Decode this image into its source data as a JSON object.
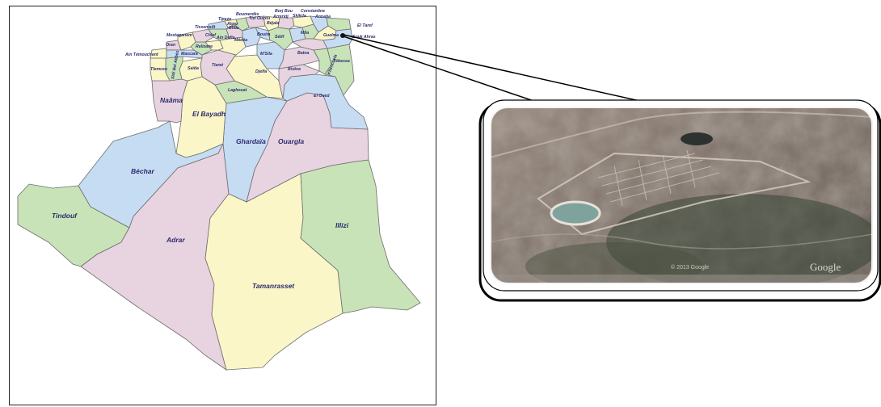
{
  "colors": {
    "pink": "#e8d3e0",
    "blue": "#c6dcf3",
    "yellow": "#fbf6c8",
    "green": "#c9e3b8",
    "border": "#6d6d6d",
    "label": "#2b2b6e"
  },
  "wilayas_large": [
    {
      "id": "naama",
      "label": "Naâma"
    },
    {
      "id": "el-bayadh",
      "label": "El Bayadh"
    },
    {
      "id": "ghardaia",
      "label": "Ghardaïa"
    },
    {
      "id": "ouargla",
      "label": "Ouargla"
    },
    {
      "id": "bechar",
      "label": "Béchar"
    },
    {
      "id": "tindouf",
      "label": "Tindouf"
    },
    {
      "id": "adrar",
      "label": "Adrar"
    },
    {
      "id": "illizi",
      "label": "Illizi"
    },
    {
      "id": "tamanrasset",
      "label": "Tamanrasset"
    },
    {
      "id": "laghouat",
      "label": "Laghouat"
    },
    {
      "id": "djelfa",
      "label": "Djelfa"
    },
    {
      "id": "el-oued",
      "label": "El Oued"
    },
    {
      "id": "biskra",
      "label": "Biskra"
    },
    {
      "id": "msila",
      "label": "M'Sila"
    },
    {
      "id": "tiaret",
      "label": "Tiaret"
    },
    {
      "id": "saida",
      "label": "Saïda"
    }
  ],
  "wilayas_north": [
    {
      "id": "boumerdes",
      "label": "Boumerdès"
    },
    {
      "id": "borj-bou",
      "label": "Borj Bou"
    },
    {
      "id": "constantine",
      "label": "Constantine"
    },
    {
      "id": "tipaza",
      "label": "Tipaza"
    },
    {
      "id": "arreridj",
      "label": "Arréridj"
    },
    {
      "id": "tizi-ouzou",
      "label": "Tizi Ouzou"
    },
    {
      "id": "skikda",
      "label": "Skikda"
    },
    {
      "id": "annaba",
      "label": "Annaba"
    },
    {
      "id": "alger",
      "label": "Alger"
    },
    {
      "id": "tissemsilt",
      "label": "Tissemsilt"
    },
    {
      "id": "blida",
      "label": "Blida"
    },
    {
      "id": "bejaia",
      "label": "Béjaïa"
    },
    {
      "id": "el-taref",
      "label": "El Taref"
    },
    {
      "id": "mostaganem",
      "label": "Mostaganem"
    },
    {
      "id": "chlef",
      "label": "Chlef"
    },
    {
      "id": "ain-defla",
      "label": "Ain Defla"
    },
    {
      "id": "medea",
      "label": "Médéa"
    },
    {
      "id": "bouira",
      "label": "Bouira"
    },
    {
      "id": "setif",
      "label": "Sétif"
    },
    {
      "id": "mila",
      "label": "Mila"
    },
    {
      "id": "souk-ahras",
      "label": "Souk Ahras"
    },
    {
      "id": "oran",
      "label": "Oran"
    },
    {
      "id": "relizane",
      "label": "Relizane"
    },
    {
      "id": "guelma",
      "label": "Guelma"
    },
    {
      "id": "ain-temouchent",
      "label": "Ain Témouchent"
    },
    {
      "id": "mascara",
      "label": "Mascara"
    },
    {
      "id": "batna",
      "label": "Batna"
    },
    {
      "id": "khenchela",
      "label": "Khenchela"
    },
    {
      "id": "tebessa",
      "label": "Tébessa"
    },
    {
      "id": "tlemcen",
      "label": "Tlemcen"
    },
    {
      "id": "sidi-bel-abbes",
      "label": "Sidi Bel Abbès"
    }
  ],
  "inset": {
    "imagery_credit": "Google",
    "watermark": "© 2013 Google"
  }
}
